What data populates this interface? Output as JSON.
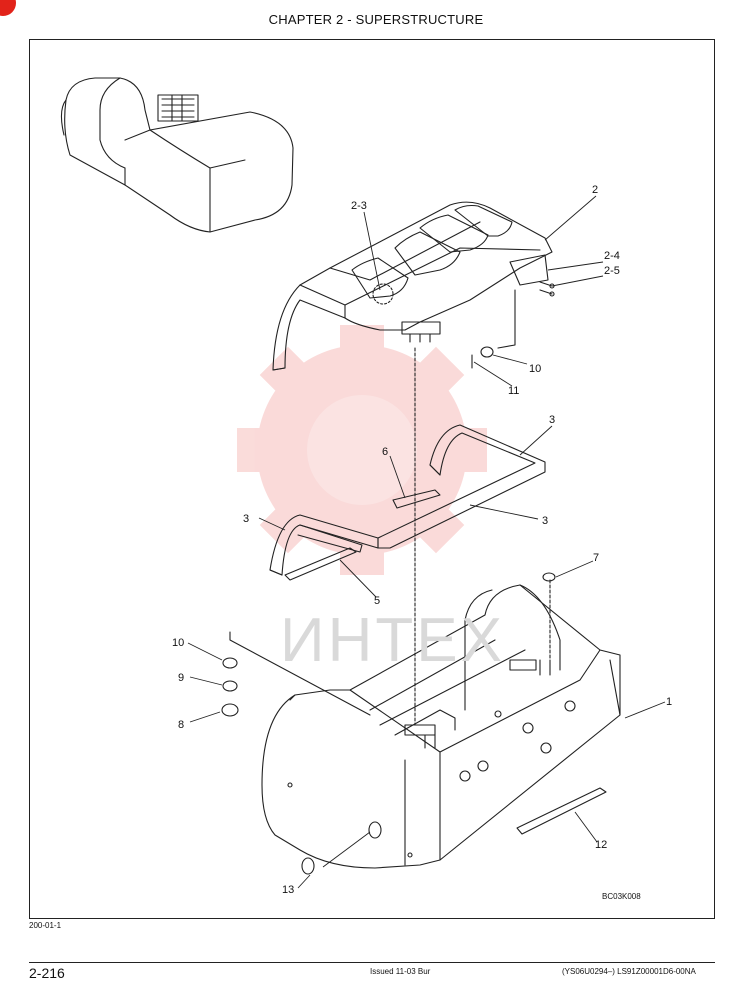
{
  "header": {
    "title": "CHAPTER 2 - SUPERSTRUCTURE"
  },
  "drawing": {
    "watermark_text": "ИНТЕХ",
    "reference_code": "BC03K008",
    "callouts": {
      "c1": "1",
      "c2": "2",
      "c2_3": "2-3",
      "c2_4": "2-4",
      "c2_5": "2-5",
      "c3_top": "3",
      "c3_mid": "3",
      "c3_left": "3",
      "c5": "5",
      "c6": "6",
      "c7": "7",
      "c8": "8",
      "c9": "9",
      "c10_left": "10",
      "c10_right": "10",
      "c11": "11",
      "c12": "12",
      "c13": "13"
    }
  },
  "footer": {
    "date_code": "200-01-1",
    "page_number": "2-216",
    "issued": "Issued 11-03   Bur",
    "document_code": "(YS06U0294–)   LS91Z00001D6-00NA"
  }
}
